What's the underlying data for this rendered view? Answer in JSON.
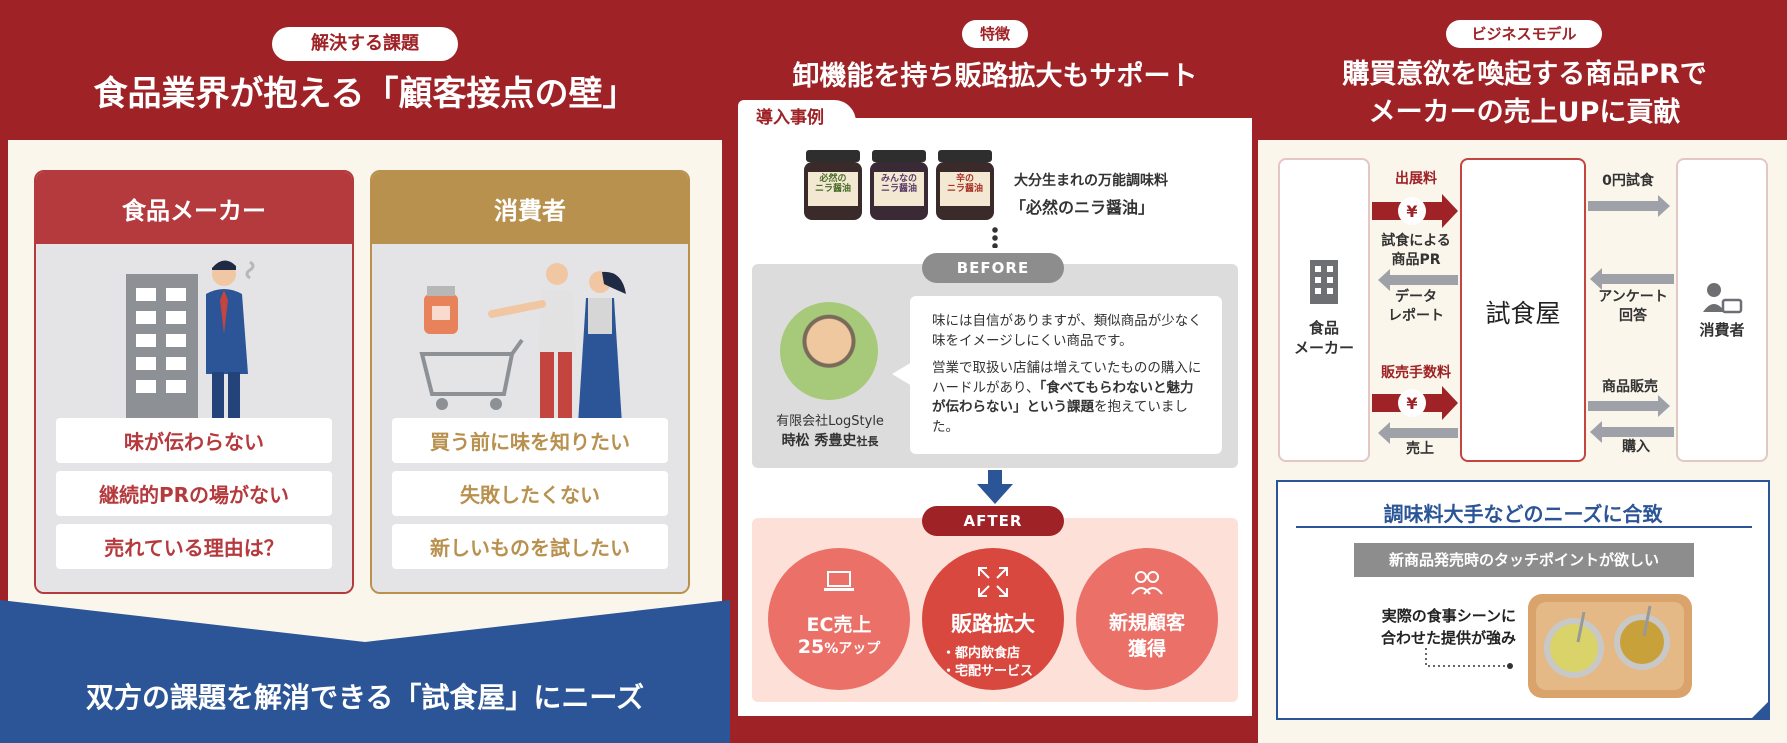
{
  "left": {
    "tag": "解決する課題",
    "title": "食品業界が抱える「顧客接点の壁」",
    "maker": {
      "title": "食品メーカー",
      "issues": [
        "味が伝わらない",
        "継続的PRの場がない",
        "売れている理由は？"
      ]
    },
    "consumer": {
      "title": "消費者",
      "issues": [
        "買う前に味を知りたい",
        "失敗したくない",
        "新しいものを試したい"
      ]
    },
    "bottom": "双方の課題を解消できる「試食屋」にニーズ"
  },
  "middle": {
    "tag": "特徴",
    "title": "卸機能を持ち販路拡大もサポート",
    "case_tab": "導入事例",
    "product_labels": [
      "必然の\nニラ醤油",
      "みんなの\nニラ醤油",
      "辛の\nニラ醤油"
    ],
    "product_line1": "大分生まれの万能調味料",
    "product_line2": "「必然のニラ醤油」",
    "before_label": "BEFORE",
    "person_company": "有限会社LogStyle",
    "person_name": "時松 秀豊史",
    "person_title": "社長",
    "quote_p1": "味には自信がありますが、類似商品が少なく味をイメージしにくい商品です。",
    "quote_p2_a": "営業で取扱い店舗は増えていたものの購入にハードルがあり、",
    "quote_p2_b": "「食べてもらわないと魅力が伝わらない」という課題",
    "quote_p2_c": "を抱えていました。",
    "after_label": "AFTER",
    "result1_line1": "EC売上",
    "result1_num": "25",
    "result1_unit": "%アップ",
    "result2_title": "販路拡大",
    "result2_items": [
      "・都内飲食店",
      "・宅配サービス"
    ],
    "result3_line1": "新規顧客",
    "result3_line2": "獲得"
  },
  "right": {
    "tag": "ビジネスモデル",
    "title_line1": "購買意欲を喚起する商品PRで",
    "title_line2": "メーカーの売上UPに貢献",
    "maker_label": "食品\nメーカー",
    "center_label": "試食屋",
    "consumer_label": "消費者",
    "fee1": "出展料",
    "yen": "¥",
    "pr_label": "試食による\n商品PR",
    "data_label": "データ\nレポート",
    "fee2": "販売手数料",
    "sales_label": "売上",
    "free_trial": "0円試食",
    "survey_label": "アンケート\n回答",
    "product_sales": "商品販売",
    "purchase": "購入",
    "needs_title": "調味料大手などのニーズに合致",
    "needs_tag": "新商品発売時のタッチポイントが欲しい",
    "needs_note": "実際の食事シーンに\n合わせた提供が強み"
  },
  "colors": {
    "brand_red": "#9e2226",
    "gold": "#b8914f",
    "navy": "#2b5597",
    "salmon": "#ea7068"
  }
}
